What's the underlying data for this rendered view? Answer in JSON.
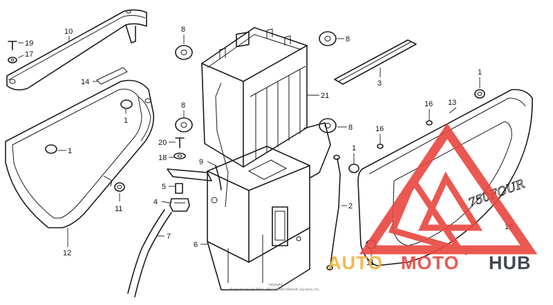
{
  "diagram": {
    "callouts": [
      "19",
      "17",
      "10",
      "14",
      "1",
      "1",
      "11",
      "12",
      "8",
      "8",
      "3",
      "21",
      "8",
      "20",
      "18",
      "9",
      "5",
      "4",
      "7",
      "6",
      "8",
      "1",
      "2",
      "16",
      "16",
      "13",
      "1",
      "15",
      "11"
    ]
  },
  "emblem": {
    "text": "750FOUR"
  },
  "watermark": {
    "word1": "AUTO",
    "word2": "MOTO",
    "word3": "HUB",
    "color_auto": "#f2b33a",
    "color_moto": "#e8473f",
    "color_hub": "#2f3540",
    "logo_color": "#e8473f"
  },
  "copyright": {
    "line1": "copyright",
    "line2": "Page design (c) 2004 - 2014 by ARI Network Services, Inc."
  }
}
